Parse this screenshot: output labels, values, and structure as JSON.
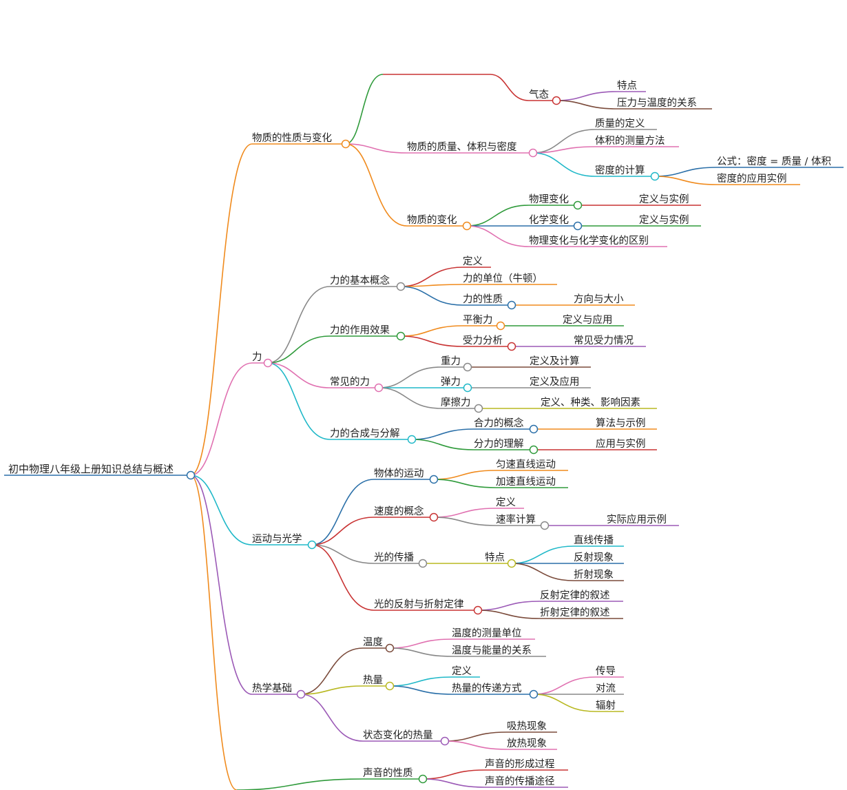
{
  "root": {
    "label": "初中物理八年级上册知识总结与概述",
    "color": "#2a6fa8",
    "children": [
      {
        "label": "物质的性质与变化",
        "color": "#f08a1c",
        "children": [
          {
            "label": "",
            "color": "#2e9a3a",
            "children": [
              {
                "label": "",
                "color": "#c83232",
                "children": [
                  {
                    "label": "气态",
                    "color": "#c83232",
                    "children": [
                      {
                        "label": "特点",
                        "color": "#9b59b6"
                      },
                      {
                        "label": "压力与温度的关系",
                        "color": "#7a4a3a"
                      }
                    ]
                  }
                ]
              }
            ]
          },
          {
            "label": "物质的质量、体积与密度",
            "color": "#e070b0",
            "children": [
              {
                "label": "质量的定义",
                "color": "#888888"
              },
              {
                "label": "体积的测量方法",
                "color": "#e070b0"
              },
              {
                "label": "密度的计算",
                "color": "#1fb8c8",
                "children": [
                  {
                    "label": "公式：密度 = 质量 / 体积",
                    "color": "#2a6fa8"
                  },
                  {
                    "label": "密度的应用实例",
                    "color": "#f08a1c"
                  }
                ]
              }
            ]
          },
          {
            "label": "物质的变化",
            "color": "#f08a1c",
            "children": [
              {
                "label": "物理变化",
                "color": "#2e9a3a",
                "children": [
                  {
                    "label": "定义与实例",
                    "color": "#c83232"
                  }
                ]
              },
              {
                "label": "化学变化",
                "color": "#2a6fa8",
                "children": [
                  {
                    "label": "定义与实例",
                    "color": "#2e9a3a"
                  }
                ]
              },
              {
                "label": "物理变化与化学变化的区别",
                "color": "#e070b0"
              }
            ]
          }
        ]
      },
      {
        "label": "力",
        "color": "#e070b0",
        "children": [
          {
            "label": "力的基本概念",
            "color": "#888888",
            "children": [
              {
                "label": "定义",
                "color": "#c83232"
              },
              {
                "label": "力的单位（牛顿）",
                "color": "#f08a1c"
              },
              {
                "label": "力的性质",
                "color": "#2a6fa8",
                "children": [
                  {
                    "label": "方向与大小",
                    "color": "#f08a1c"
                  }
                ]
              }
            ]
          },
          {
            "label": "力的作用效果",
            "color": "#2e9a3a",
            "children": [
              {
                "label": "平衡力",
                "color": "#f08a1c",
                "children": [
                  {
                    "label": "定义与应用",
                    "color": "#2e9a3a"
                  }
                ]
              },
              {
                "label": "受力分析",
                "color": "#c83232",
                "children": [
                  {
                    "label": "常见受力情况",
                    "color": "#9b59b6"
                  }
                ]
              }
            ]
          },
          {
            "label": "常见的力",
            "color": "#e070b0",
            "children": [
              {
                "label": "重力",
                "color": "#888888",
                "children": [
                  {
                    "label": "定义及计算",
                    "color": "#7a4a3a"
                  }
                ]
              },
              {
                "label": "弹力",
                "color": "#1fb8c8",
                "children": [
                  {
                    "label": "定义及应用",
                    "color": "#888888"
                  }
                ]
              },
              {
                "label": "摩擦力",
                "color": "#888888",
                "children": [
                  {
                    "label": "定义、种类、影响因素",
                    "color": "#b8b820"
                  }
                ]
              }
            ]
          },
          {
            "label": "力的合成与分解",
            "color": "#1fb8c8",
            "children": [
              {
                "label": "合力的概念",
                "color": "#2a6fa8",
                "children": [
                  {
                    "label": "算法与示例",
                    "color": "#f08a1c"
                  }
                ]
              },
              {
                "label": "分力的理解",
                "color": "#2e9a3a",
                "children": [
                  {
                    "label": "应用与实例",
                    "color": "#c83232"
                  }
                ]
              }
            ]
          }
        ]
      },
      {
        "label": "运动与光学",
        "color": "#1fb8c8",
        "children": [
          {
            "label": "物体的运动",
            "color": "#2a6fa8",
            "children": [
              {
                "label": "匀速直线运动",
                "color": "#f08a1c"
              },
              {
                "label": "加速直线运动",
                "color": "#2e9a3a"
              }
            ]
          },
          {
            "label": "速度的概念",
            "color": "#c83232",
            "children": [
              {
                "label": "定义",
                "color": "#e070b0"
              },
              {
                "label": "速率计算",
                "color": "#888888",
                "children": [
                  {
                    "label": "实际应用示例",
                    "color": "#9b59b6"
                  }
                ]
              }
            ]
          },
          {
            "label": "光的传播",
            "color": "#888888",
            "children": [
              {
                "label": "特点",
                "color": "#b8b820",
                "children": [
                  {
                    "label": "直线传播",
                    "color": "#1fb8c8"
                  },
                  {
                    "label": "反射现象",
                    "color": "#2a6fa8"
                  },
                  {
                    "label": "折射现象",
                    "color": "#7a4a3a"
                  }
                ]
              }
            ]
          },
          {
            "label": "光的反射与折射定律",
            "color": "#c83232",
            "children": [
              {
                "label": "反射定律的叙述",
                "color": "#9b59b6"
              },
              {
                "label": "折射定律的叙述",
                "color": "#7a4a3a"
              }
            ]
          }
        ]
      },
      {
        "label": "热学基础",
        "color": "#9b59b6",
        "children": [
          {
            "label": "温度",
            "color": "#7a4a3a",
            "children": [
              {
                "label": "温度的测量单位",
                "color": "#e070b0"
              },
              {
                "label": "温度与能量的关系",
                "color": "#888888"
              }
            ]
          },
          {
            "label": "热量",
            "color": "#b8b820",
            "children": [
              {
                "label": "定义",
                "color": "#1fb8c8"
              },
              {
                "label": "热量的传递方式",
                "color": "#2a6fa8",
                "children": [
                  {
                    "label": "传导",
                    "color": "#e070b0"
                  },
                  {
                    "label": "对流",
                    "color": "#888888"
                  },
                  {
                    "label": "辐射",
                    "color": "#b8b820"
                  }
                ]
              }
            ]
          },
          {
            "label": "状态变化的热量",
            "color": "#9b59b6",
            "children": [
              {
                "label": "吸热现象",
                "color": "#7a4a3a"
              },
              {
                "label": "放热现象",
                "color": "#e070b0"
              }
            ]
          }
        ]
      },
      {
        "label": "",
        "color": "#f08a1c",
        "children": [
          {
            "label": "声音的性质",
            "color": "#2e9a3a",
            "children": [
              {
                "label": "声音的形成过程",
                "color": "#c83232"
              },
              {
                "label": "声音的传播途径",
                "color": "#9b59b6"
              }
            ]
          }
        ]
      }
    ]
  }
}
